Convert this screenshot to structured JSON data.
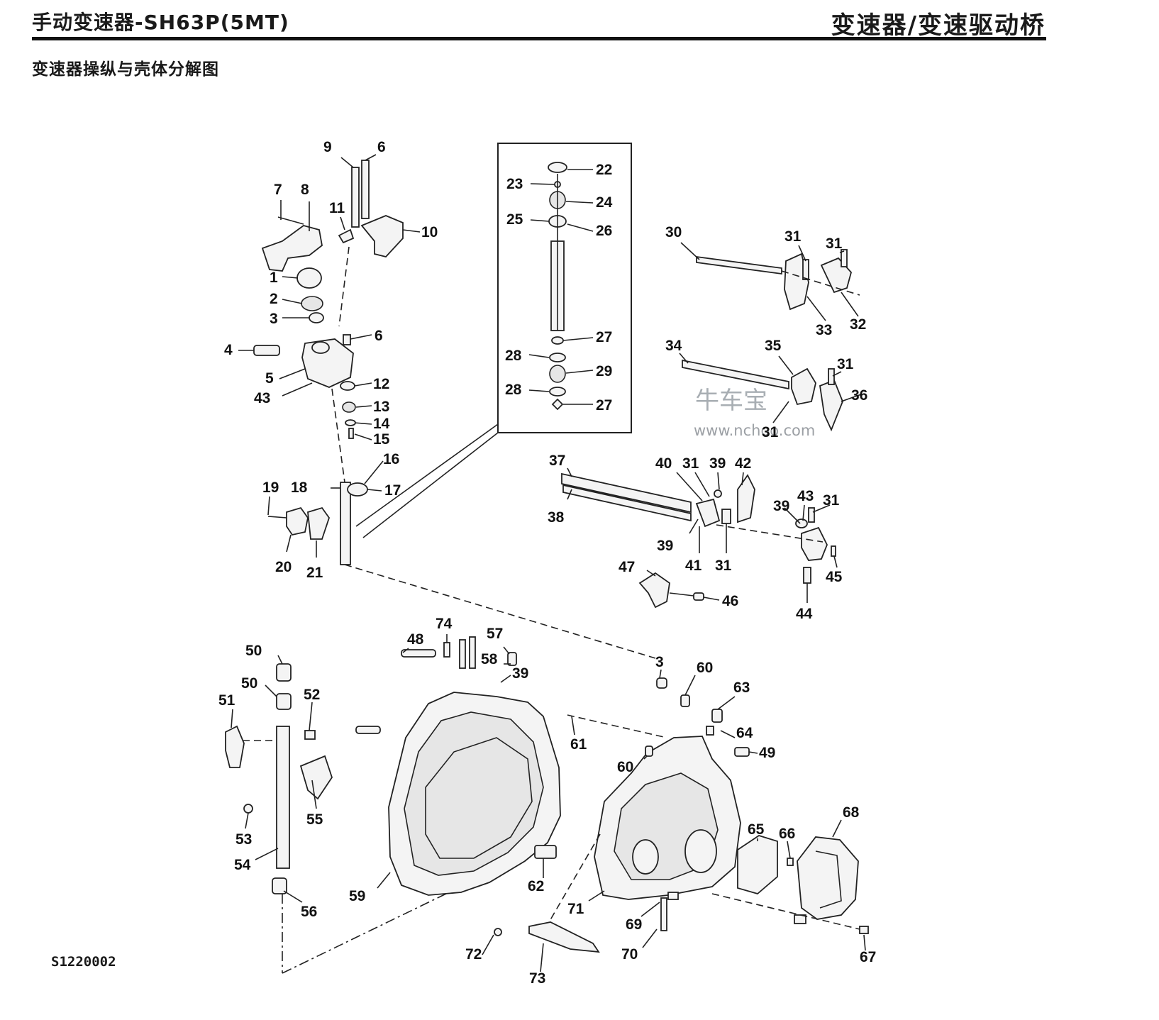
{
  "header": {
    "left": "手动变速器-SH63P(5MT)",
    "right": "变速器/变速驱动桥"
  },
  "subtitle": "变速器操纵与壳体分解图",
  "figure_code": "S1220002",
  "watermark": {
    "brand": "牛车宝",
    "url": "www.nchoo.com"
  },
  "callouts": [
    "9",
    "6",
    "7",
    "8",
    "11",
    "10",
    "1",
    "2",
    "3",
    "6",
    "4",
    "5",
    "12",
    "43",
    "13",
    "14",
    "15",
    "16",
    "19",
    "18",
    "17",
    "20",
    "21",
    "22",
    "23",
    "24",
    "25",
    "26",
    "27",
    "28",
    "29",
    "28",
    "27",
    "30",
    "31",
    "31",
    "33",
    "32",
    "34",
    "35",
    "31",
    "36",
    "31",
    "37",
    "40",
    "31",
    "39",
    "42",
    "38",
    "43",
    "39",
    "31",
    "39",
    "41",
    "31",
    "45",
    "47",
    "46",
    "44",
    "50",
    "50",
    "52",
    "51",
    "55",
    "53",
    "54",
    "56",
    "48",
    "74",
    "57",
    "58",
    "39",
    "3",
    "60",
    "63",
    "61",
    "64",
    "49",
    "60",
    "65",
    "66",
    "68",
    "62",
    "59",
    "71",
    "69",
    "70",
    "72",
    "73",
    "67"
  ]
}
